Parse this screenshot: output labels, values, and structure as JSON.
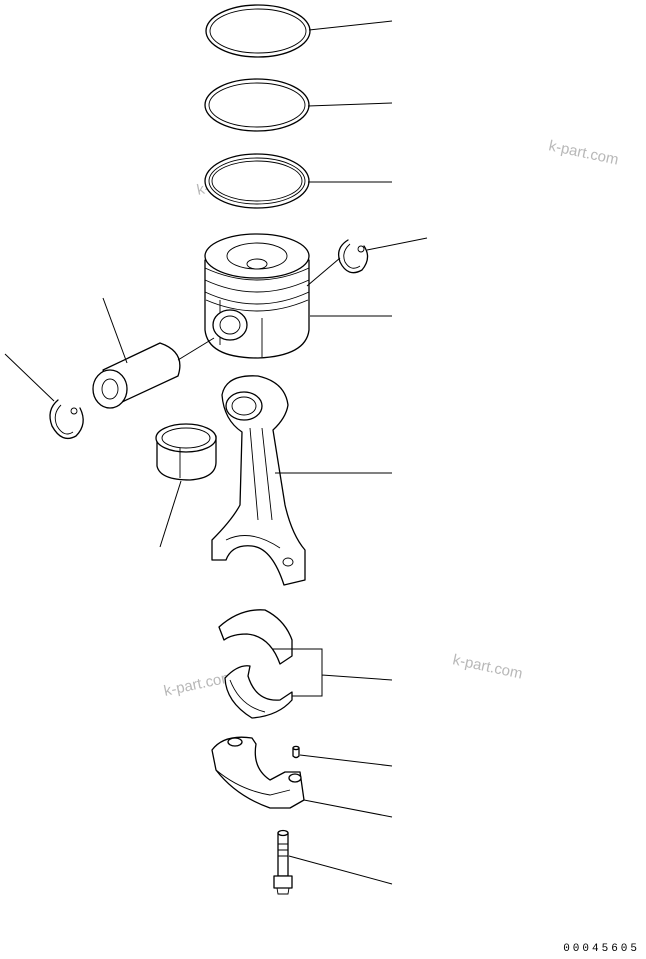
{
  "watermark": {
    "text": "k-part.com"
  },
  "figure_code": "00045605",
  "parts": [
    "top-piston-ring",
    "second-piston-ring",
    "oil-ring",
    "piston",
    "piston-pin-snap-ring-right",
    "piston-pin",
    "piston-pin-snap-ring-left",
    "small-end-bushing",
    "connecting-rod",
    "connecting-rod-bearing-pair",
    "dowel-pin",
    "connecting-rod-cap",
    "cap-bolt"
  ]
}
